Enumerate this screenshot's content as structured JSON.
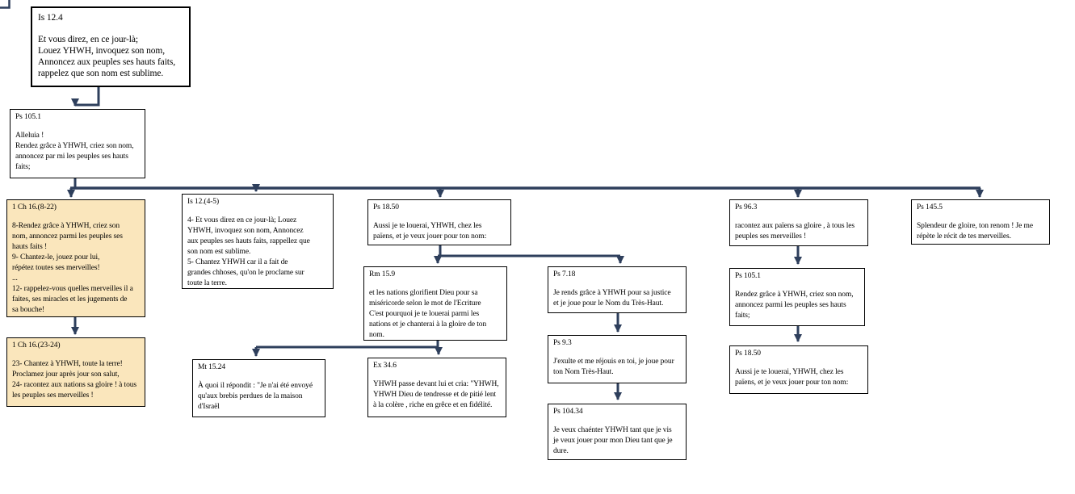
{
  "colors": {
    "connector": "#2e3f5c",
    "box_border": "#000000",
    "box_bg": "#ffffff",
    "highlight_box_bg": "#fae6bc"
  },
  "nodes": [
    {
      "id": "is-12-4",
      "ref": "Is 12.4",
      "text": "Et vous direz, en ce jour-là;\nLouez YHWH, invoquez son nom,\nAnnoncez aux peuples ses hauts faits,\nrappelez que son nom est sublime."
    },
    {
      "id": "ps-105-1",
      "ref": "Ps 105.1",
      "text": "Alleluia !\nRendez grâce à YHWH, criez son nom,\nannoncez par mi les peuples ses hauts\nfaits;"
    },
    {
      "id": "ch16-8-22",
      "ref": "1 Ch 16.(8-22)",
      "text": "8-Rendez grâce à YHWH, criez son\nnom, annoncez parmi les peuples ses\nhauts faits !\n9- Chantez-le, jouez pour lui,\nrépétez toutes ses merveilles!\n...\n12- rappelez-vous quelles merveilles il a\nfaites, ses miracles et les jugements de\nsa bouche!"
    },
    {
      "id": "ch16-23-24",
      "ref": "1 Ch 16.(23-24)",
      "text": "23- Chantez à YHWH, toute la terre!\nProclamez jour après jour son salut,\n24- racontez aux nations sa gloire ! à tous\nles peuples ses merveilles !"
    },
    {
      "id": "is-12-4-5",
      "ref": "Is 12.(4-5)",
      "text": "4- Et vous direz en ce jour-là; Louez\nYHWH, invoquez son nom, Annoncez\naux peuples ses hauts faits, rappellez que\nson nom est sublime.\n5- Chantez YHWH car il a fait de\ngrandes chhoses, qu'on le proclame sur\ntoute la terre."
    },
    {
      "id": "ps-18-50-a",
      "ref": "Ps 18.50",
      "text": "Aussi je te louerai, YHWH, chez les\npaïens, et je veux jouer pour ton nom:"
    },
    {
      "id": "rm-15-9",
      "ref": "Rm 15.9",
      "text": "et les nations glorifient Dieu pour sa\nmiséricorde selon le mot de l'Ecriture\nC'est pourquoi je te louerai parmi les\nnations et je chanterai à la gloire de ton\nnom."
    },
    {
      "id": "mt-15-24",
      "ref": "Mt 15.24",
      "text": "À quoi il répondit : \"Je n'ai été envoyé\nqu'aux brebis perdues de la maison\nd'Israël"
    },
    {
      "id": "ex-34-6",
      "ref": "Ex 34.6",
      "text": "YHWH passe devant lui et cria: \"YHWH,\nYHWH Dieu de tendresse et de pitié lent\nà la colère , riche en grêce et en fidélité."
    },
    {
      "id": "ps-7-18",
      "ref": "Ps 7.18",
      "text": "Je rends grâce à YHWH pour sa justice\net je joue pour le Nom du Très-Haut."
    },
    {
      "id": "ps-9-3",
      "ref": "Ps 9.3",
      "text": "J'exulte et me réjouis en toi, je joue pour\nton Nom Très-Haut."
    },
    {
      "id": "ps-104-34",
      "ref": "Ps 104.34",
      "text": "Je veux chaénter YHWH tant que je vis\nje veux jouer pour mon Dieu tant que je\ndure."
    },
    {
      "id": "ps-96-3",
      "ref": "Ps 96.3",
      "text": "racontez aux païens sa gloire , à tous les\npeuples ses merveilles !"
    },
    {
      "id": "ps-105-1-b",
      "ref": "Ps 105.1",
      "text": "Rendez grâce à YHWH, criez son nom,\nannoncez parmi les peuples ses hauts\nfaits;"
    },
    {
      "id": "ps-18-50-b",
      "ref": "Ps 18.50",
      "text": "Aussi je te louerai, YHWH, chez les\npaïens, et je veux jouer pour ton nom:"
    },
    {
      "id": "ps-145-5",
      "ref": "Ps 145.5",
      "text": "Splendeur de gloire, ton renom ! Je me\nrépète le récit de tes merveilles."
    }
  ],
  "edges": [
    {
      "from": "Is 12.4",
      "to": "Ps 105.1"
    },
    {
      "from": "Ps 105.1",
      "to": "1 Ch 16.(8-22)"
    },
    {
      "from": "Ps 105.1",
      "to": "Is 12.(4-5)"
    },
    {
      "from": "Ps 105.1",
      "to": "Ps 18.50"
    },
    {
      "from": "Ps 105.1",
      "to": "Ps 96.3"
    },
    {
      "from": "Ps 105.1",
      "to": "Ps 145.5"
    },
    {
      "from": "1 Ch 16.(8-22)",
      "to": "1 Ch 16.(23-24)"
    },
    {
      "from": "Ps 18.50",
      "to": "Rm 15.9"
    },
    {
      "from": "Ps 18.50",
      "to": "Ps 7.18"
    },
    {
      "from": "Rm 15.9",
      "to": "Mt 15.24"
    },
    {
      "from": "Rm 15.9",
      "to": "Ex 34.6"
    },
    {
      "from": "Ps 7.18",
      "to": "Ps 9.3"
    },
    {
      "from": "Ps 9.3",
      "to": "Ps 104.34"
    },
    {
      "from": "Ps 96.3",
      "to": "Ps 105.1"
    },
    {
      "from": "Ps 105.1",
      "to": "Ps 18.50"
    }
  ]
}
